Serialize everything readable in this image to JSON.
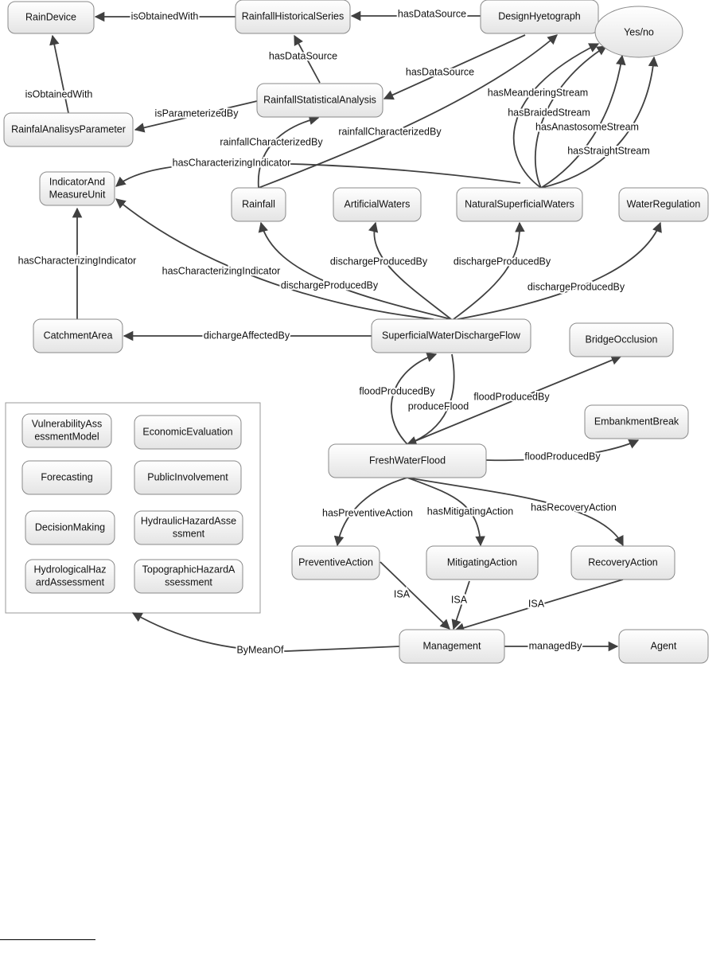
{
  "nodes": {
    "rain_device": "RainDevice",
    "rainfall_historical_series": "RainfallHistoricalSeries",
    "design_hyetograph": "DesignHyetograph",
    "yes_no": "Yes/no",
    "rainfall_statistical_analysis": "RainfallStatisticalAnalysis",
    "rainfal_analisys_parameter": "RainfalAnalisysParameter",
    "indicator_and_measure_unit": [
      "IndicatorAnd",
      "MeasureUnit"
    ],
    "rainfall": "Rainfall",
    "artificial_waters": "ArtificialWaters",
    "natural_superficial_waters": "NaturalSuperficialWaters",
    "water_regulation": "WaterRegulation",
    "catchment_area": "CatchmentArea",
    "superficial_water_discharge_flow": "SuperficialWaterDischargeFlow",
    "bridge_occlusion": "BridgeOcclusion",
    "embankment_break": "EmbankmentBreak",
    "fresh_water_flood": "FreshWaterFlood",
    "preventive_action": "PreventiveAction",
    "mitigating_action": "MitigatingAction",
    "recovery_action": "RecoveryAction",
    "management": "Management",
    "agent": "Agent",
    "vulnerability_assessment_model": [
      "VulnerabilityAss",
      "essmentModel"
    ],
    "economic_evaluation": "EconomicEvaluation",
    "forecasting": "Forecasting",
    "public_involvement": "PublicInvolvement",
    "decision_making": "DecisionMaking",
    "hydraulic_hazard_assessment": [
      "HydraulicHazardAsse",
      "ssment"
    ],
    "hydrological_hazard_assessment": [
      "HydrologicalHaz",
      "ardAssessment"
    ],
    "topographic_hazard_assessment": [
      "TopographicHazardA",
      "ssessment"
    ]
  },
  "edges": [
    "isObtainedWith",
    "isObtainedWith",
    "hasDataSource",
    "hasDataSource",
    "hasDataSource",
    "isParameterizedBy",
    "rainfallCharacterizedBy",
    "rainfallCharacterizedBy",
    "hasCharacterizingIndicator",
    "hasMeanderingStream",
    "hasBraidedStream",
    "hasAnastosomeStream",
    "hasStraightStream",
    "hasCharacterizingIndicator",
    "hasCharacterizingIndicator",
    "dichargeAffectedBy",
    "dischargeProducedBy",
    "dischargeProducedBy",
    "dischargeProducedBy",
    "dischargeProducedBy",
    "floodProducedBy",
    "produceFlood",
    "floodProducedBy",
    "floodProducedBy",
    "hasPreventiveAction",
    "hasMitigatingAction",
    "hasRecoveryAction",
    "ISA",
    "ISA",
    "ISA",
    "ByMeanOf",
    "managedBy"
  ],
  "colors": {
    "edge": "#404040",
    "node_top": "#ffffff",
    "node_bottom": "#e6e6e6",
    "node_border": "#8a8a8a"
  }
}
